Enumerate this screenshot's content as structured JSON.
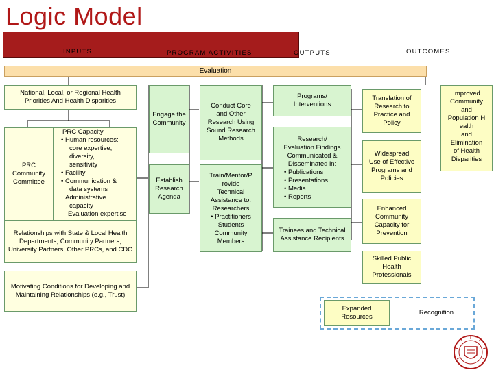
{
  "title": "Logic Model",
  "headers": {
    "inputs": "INPUTS",
    "activities": "PROGRAM ACTIVITIES",
    "outputs": "OUTPUTS",
    "outcomes": "OUTCOMES"
  },
  "evaluation": "Evaluation",
  "inputs": {
    "national": "National, Local, or Regional Health Priorities And Health Disparities",
    "committee": "PRC Community Committee",
    "capacity": [
      "PRC Capacity",
      "• Human resources:",
      "core expertise,",
      "diversity,",
      "sensitivity",
      "• Facility",
      "• Communication &",
      "data systems",
      "Administrative",
      "capacity",
      "Evaluation expertise"
    ],
    "relationships": "Relationships with State & Local Health Departments, Community Partners, University Partners, Other PRCs, and CDC",
    "motivating": "Motivating Conditions for Developing and Maintaining Relationships (e.g., Trust)"
  },
  "activities": {
    "engage": "Engage the Community",
    "establish": "Establish Research Agenda",
    "conduct": "Conduct Core and Other Research Using Sound Research Methods",
    "train": [
      "Train/Mentor/P",
      "rovide",
      "Technical",
      "Assistance to:",
      "Researchers",
      "• Practitioners",
      "Students",
      "Community",
      "Members"
    ]
  },
  "outputs": {
    "programs": "Programs/ Interventions",
    "findings_title": [
      "Research/",
      "Evaluation Findings",
      "Communicated &",
      "Disseminated in:"
    ],
    "findings_items": [
      "• Publications",
      "• Presentations",
      "• Media",
      "• Reports"
    ],
    "trainees": "Trainees and Technical Assistance Recipients"
  },
  "outcomes": {
    "translation": "Translation of Research to Practice and Policy",
    "widespread": "Widespread Use of Effective Programs and Policies",
    "enhanced": "Enhanced Community Capacity for Prevention",
    "skilled": "Skilled Public Health Professionals",
    "improved": [
      "Improved",
      "Community",
      "and",
      "Population H",
      "ealth",
      "and",
      "Elimination",
      "of Health",
      "Disparities"
    ],
    "expanded": "Expanded Resources",
    "recognition": "Recognition"
  }
}
